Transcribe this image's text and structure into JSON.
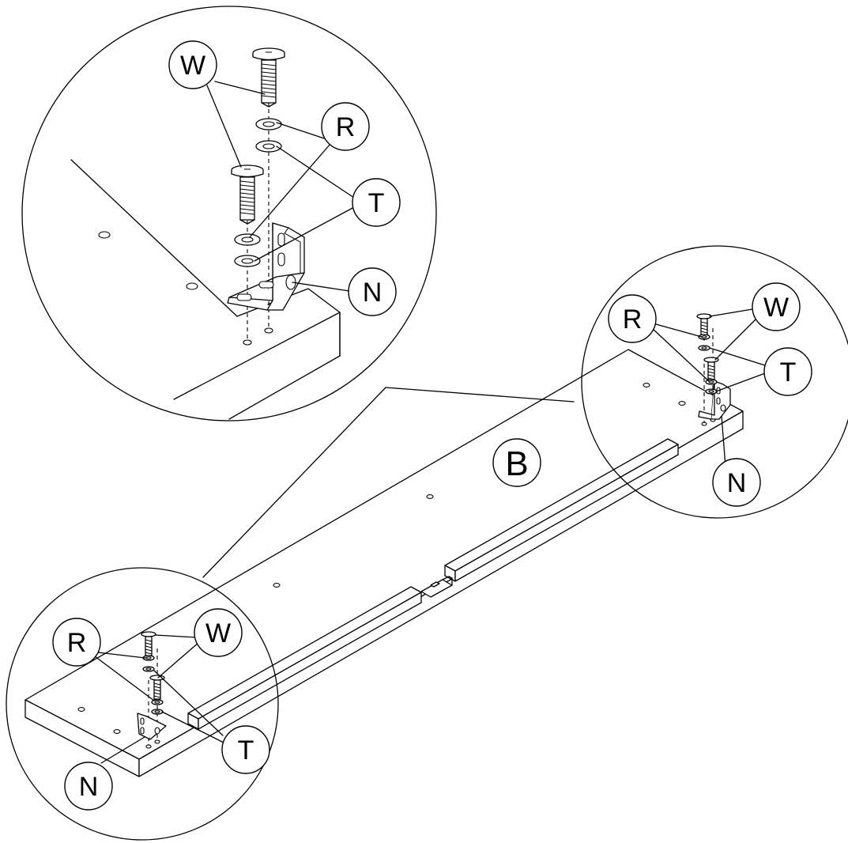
{
  "labels": {
    "w": "W",
    "r": "R",
    "t": "T",
    "n": "N",
    "b": "B"
  }
}
